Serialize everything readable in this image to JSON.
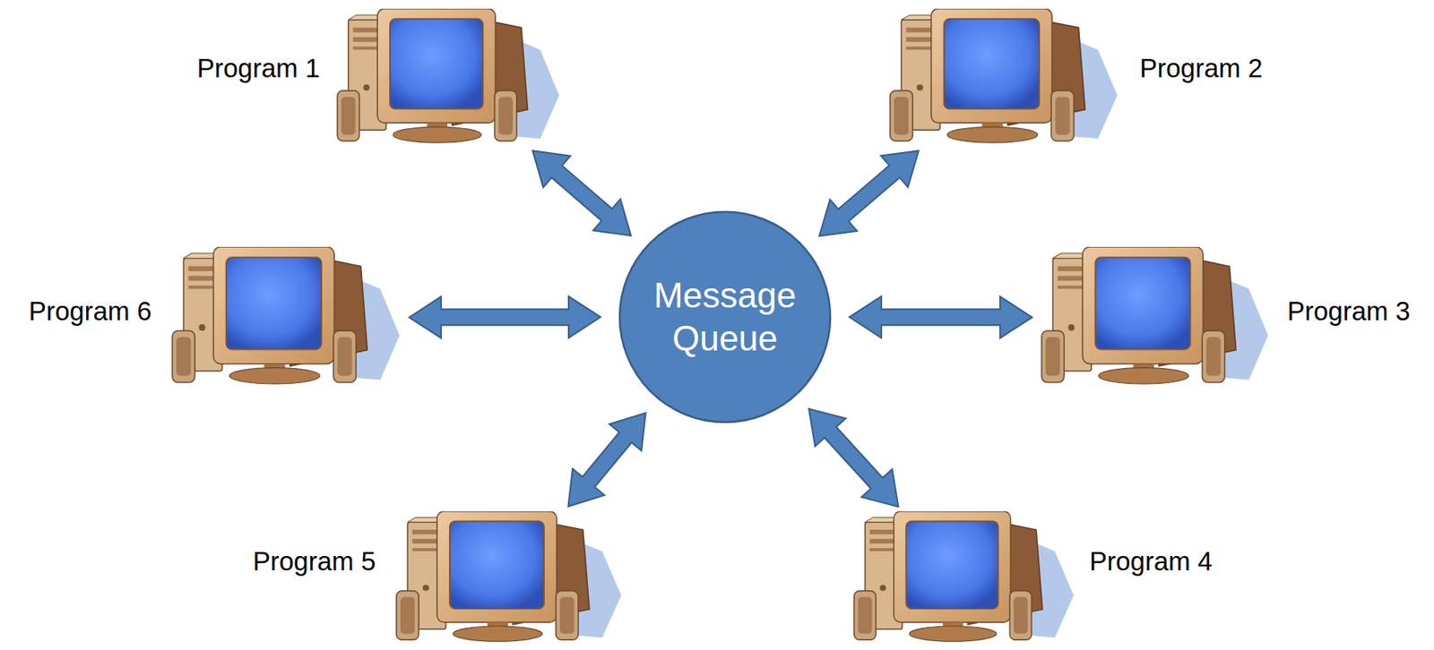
{
  "diagram": {
    "nodes": [
      {
        "text": [
          "Program 1"
        ]
      },
      {
        "text": [
          "Program 2"
        ]
      },
      {
        "text": [
          "Program 6"
        ]
      },
      {
        "text": [
          "Message Queue"
        ]
      },
      {
        "text": [
          "Program 3"
        ]
      },
      {
        "text": [
          "Program 5"
        ]
      },
      {
        "text": [
          "Program 4"
        ]
      }
    ],
    "edges": [
      {
        "from": 0,
        "to": 3,
        "arrow": "both"
      },
      {
        "from": 1,
        "to": 3,
        "arrow": "both"
      },
      {
        "from": 2,
        "to": 3,
        "arrow": "both"
      },
      {
        "from": 4,
        "to": 3,
        "arrow": "both"
      },
      {
        "from": 5,
        "to": 3,
        "arrow": "both"
      },
      {
        "from": 6,
        "to": 3,
        "arrow": "both"
      }
    ]
  }
}
